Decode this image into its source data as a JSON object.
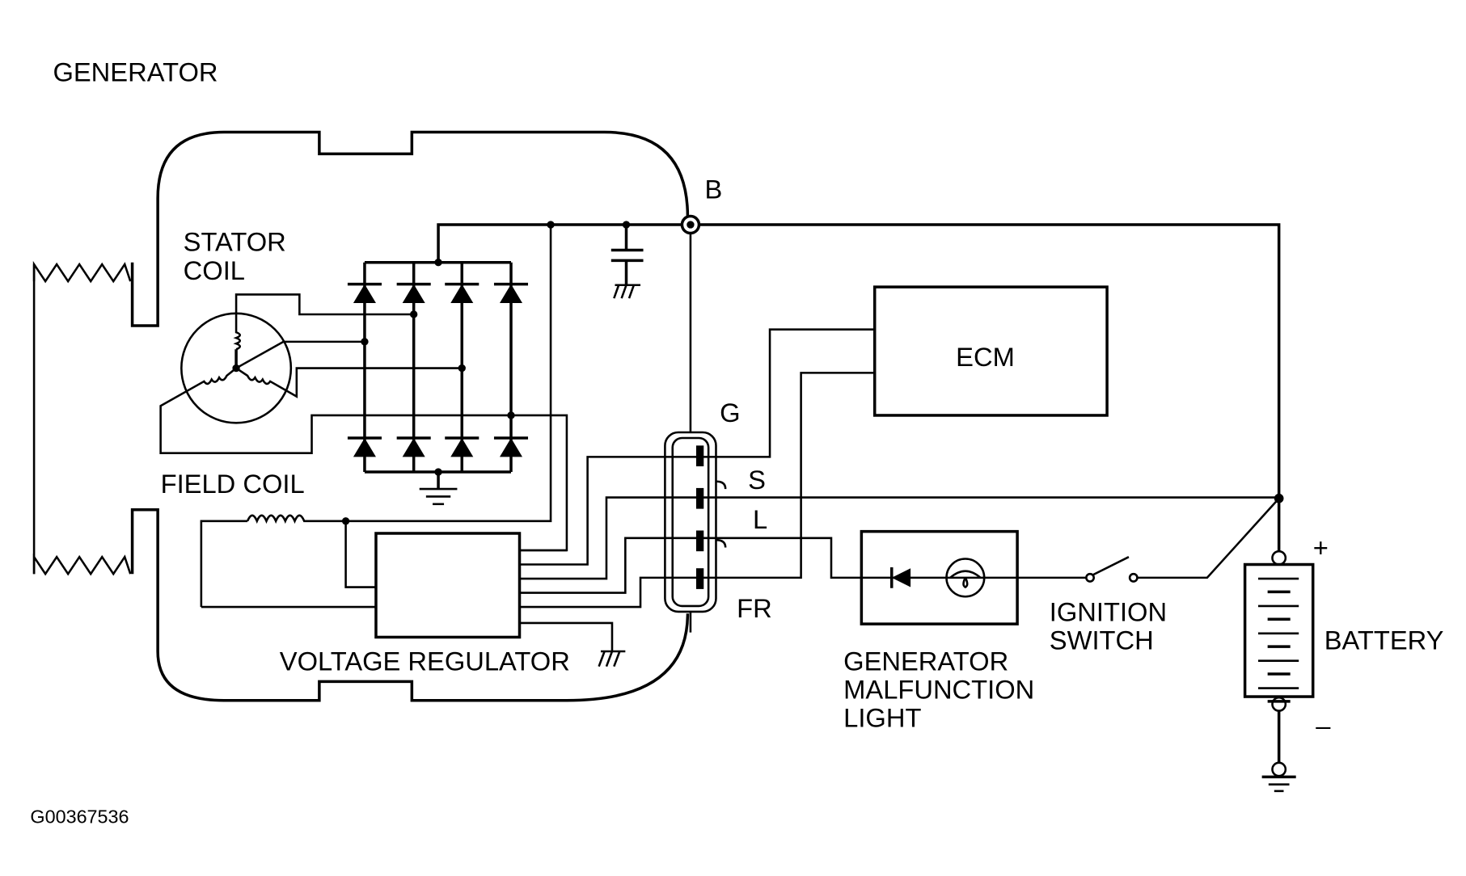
{
  "diagram": {
    "title": "GENERATOR",
    "figure_id": "G00367536",
    "colors": {
      "line": "#000000",
      "background": "#ffffff"
    },
    "labels": {
      "stator_coil": [
        "STATOR",
        "COIL"
      ],
      "field_coil": "FIELD COIL",
      "voltage_regulator": "VOLTAGE REGULATOR",
      "ecm": "ECM",
      "terminal_b": "B",
      "terminal_g": "G",
      "terminal_s": "S",
      "terminal_l": "L",
      "terminal_fr": "FR",
      "malfunction_light": [
        "GENERATOR",
        "MALFUNCTION",
        "LIGHT"
      ],
      "ignition_switch": [
        "IGNITION",
        "SWITCH"
      ],
      "battery": "BATTERY",
      "battery_plus": "+",
      "battery_minus": "–"
    },
    "components": [
      "pulley-belt",
      "stator-coil",
      "rectifier-bridge",
      "capacitor",
      "field-coil",
      "voltage-regulator",
      "connector-G-S-L-FR",
      "ecm",
      "generator-malfunction-light",
      "ignition-switch",
      "battery",
      "ground"
    ]
  }
}
